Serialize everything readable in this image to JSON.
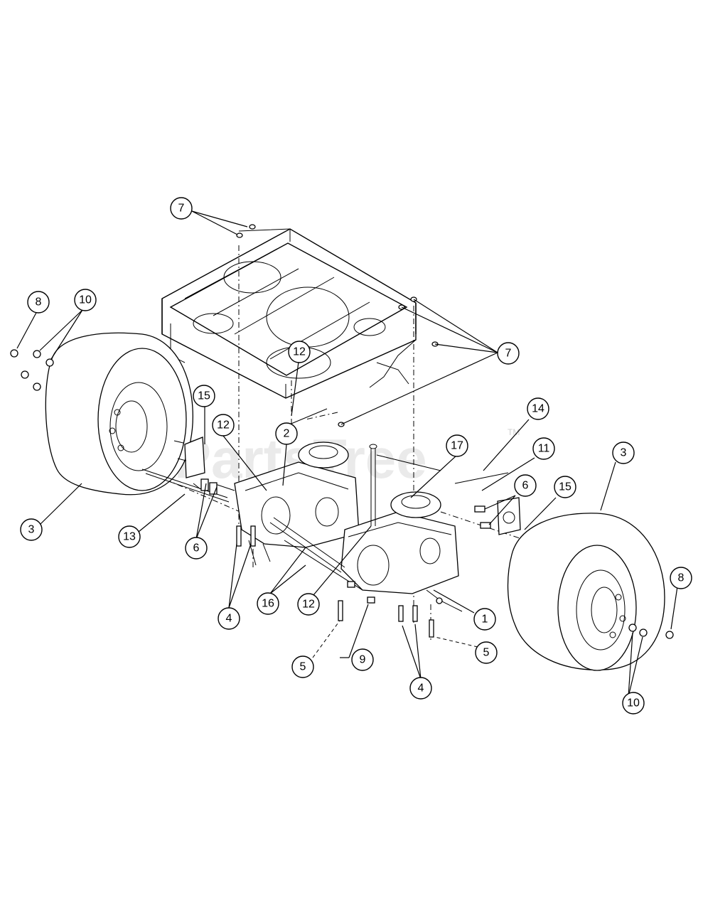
{
  "watermark": {
    "text": "PartsTree",
    "trademark": "TM"
  },
  "callouts": {
    "c7a": "7",
    "c7b": "7",
    "c8a": "8",
    "c8b": "8",
    "c10a": "10",
    "c10b": "10",
    "c12a": "12",
    "c12b": "12",
    "c12c": "12",
    "c15a": "15",
    "c15b": "15",
    "c2": "2",
    "c17": "17",
    "c14": "14",
    "c11": "11",
    "c6a": "6",
    "c6b": "6",
    "c3a": "3",
    "c3b": "3",
    "c13": "13",
    "c16": "16",
    "c4a": "4",
    "c4b": "4",
    "c5a": "5",
    "c5b": "5",
    "c9": "9",
    "c1": "1"
  }
}
